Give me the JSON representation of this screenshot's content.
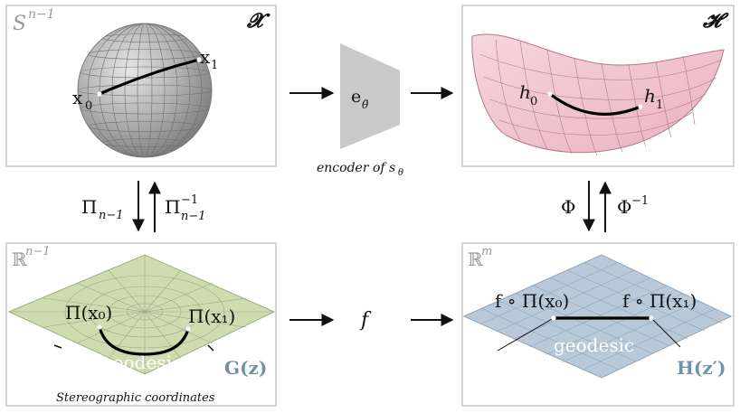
{
  "panels": {
    "top_left": {
      "space_label": "S^{n-1}",
      "space_label_base": "S",
      "space_label_sup": "n−1",
      "domain_symbol": "𝓧",
      "point_start": "x",
      "point_start_sub": "0",
      "point_end": "x",
      "point_end_sub": "1"
    },
    "top_right": {
      "domain_symbol": "𝓗",
      "point_start": "h",
      "point_start_sub": "0",
      "point_end": "h",
      "point_end_sub": "1"
    },
    "bottom_left": {
      "space_label_base": "ℝ",
      "space_label_sup": "n−1",
      "point_start": "Π(x₀)",
      "point_end": "Π(x₁)",
      "curve_label": "geodesic",
      "map_label": "G(z)",
      "caption": "Stereographic coordinates"
    },
    "bottom_right": {
      "space_label_base": "ℝ",
      "space_label_sup": "m",
      "point_start": "f ∘ Π(x₀)",
      "point_end": "f ∘ Π(x₁)",
      "curve_label": "geodesic",
      "map_label": "H(z′)"
    }
  },
  "encoder": {
    "symbol": "e",
    "symbol_sub": "θ̃",
    "caption": "encoder of s",
    "caption_sub": "θ"
  },
  "middle": {
    "function_label": "f"
  },
  "arrows": {
    "left_down": "Π",
    "left_down_sub": "n−1",
    "left_up": "Π",
    "left_up_sup": "−1",
    "left_up_sub": "n−1",
    "right_down": "Φ",
    "right_up": "Φ",
    "right_up_sup": "−1"
  },
  "colors": {
    "panel_border": "#d4d4d4",
    "sphere": "#a8a8a8",
    "manifold": "#f2c9d2",
    "plane_green": "#cfdcaf",
    "plane_blue": "#b9c9d8",
    "label_teal": "#6e93a8",
    "encoder_gray": "#c9c9c9"
  }
}
